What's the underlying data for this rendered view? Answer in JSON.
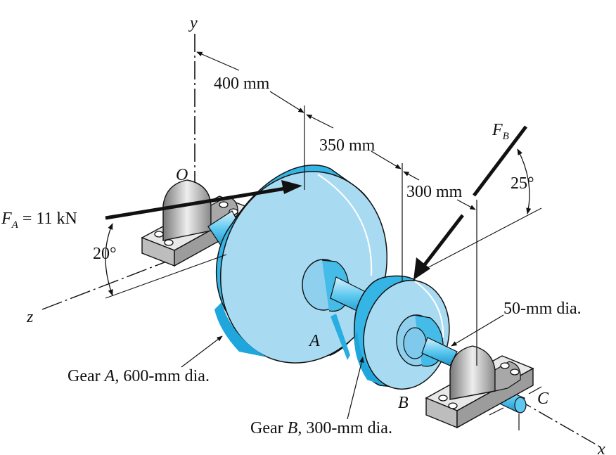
{
  "labels": {
    "y_axis": "y",
    "z_axis": "z",
    "x_axis": "x",
    "origin": "O",
    "dim_400": "400 mm",
    "dim_350": "350 mm",
    "dim_300": "300 mm",
    "force_a_sym": "F",
    "force_a_sub": "A",
    "force_a_value": " = 11 kN",
    "force_b_sym": "F",
    "force_b_sub": "B",
    "angle_a": "20°",
    "angle_b": "25°",
    "point_a": "A",
    "point_b": "B",
    "point_c": "C",
    "shaft_dia": "50-mm dia.",
    "gear_a_pre": "Gear ",
    "gear_a_name": "A",
    "gear_a_post": ", 600-mm dia.",
    "gear_b_pre": "Gear ",
    "gear_b_name": "B",
    "gear_b_post": ", 300-mm dia."
  },
  "colors": {
    "gear_face": "#a9dcf3",
    "gear_rim": "#4fc1ec",
    "gear_dark": "#20a9df",
    "bearing_metal": "#c9c9c9",
    "bearing_shadow": "#8a8a8a",
    "ink": "#111111"
  }
}
